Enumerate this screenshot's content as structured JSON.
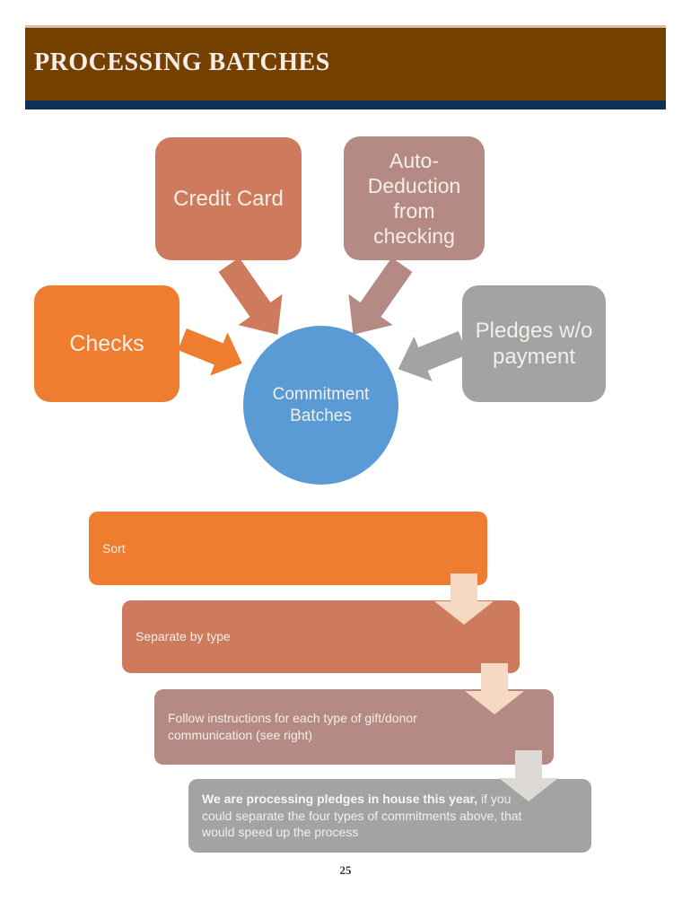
{
  "header": {
    "title": "PROCESSING BATCHES"
  },
  "colors": {
    "header_bg": "#744000",
    "header_text": "#f6ede8",
    "underline": "#0e3056",
    "orange": "#EF7D2F",
    "terracotta": "#CD7B5C",
    "mauve": "#B58A84",
    "gray": "#A3A3A3",
    "blue": "#5B9BD5",
    "pale_peach_arrow": "#F6D9C3",
    "pale_gray_arrow": "#DDDAD6",
    "page_number_text": "#25384e"
  },
  "diagram": {
    "sources": [
      {
        "id": "checks",
        "label": "Checks",
        "color": "#EF7D2F"
      },
      {
        "id": "credit-card",
        "label": "Credit Card",
        "color": "#CD7B5C"
      },
      {
        "id": "auto-deduction",
        "label": "Auto-Deduction from checking",
        "color": "#B58A84"
      },
      {
        "id": "pledges",
        "label": "Pledges w/o payment",
        "color": "#A3A3A3"
      }
    ],
    "center": {
      "label": "Commitment Batches",
      "color": "#5B9BD5"
    }
  },
  "steps": [
    {
      "label": "Sort",
      "color": "#EF7D2F"
    },
    {
      "label": "Separate by type",
      "color": "#CD7B5C"
    },
    {
      "label": "Follow instructions for each type of gift/donor communication (see right)",
      "color": "#B58A84"
    },
    {
      "label_bold": "We are processing pledges in house this year,",
      "label_rest": " if you could separate the four types of commitments above, that would speed up the process",
      "color": "#A3A3A3"
    }
  ],
  "page": {
    "number": "25"
  }
}
